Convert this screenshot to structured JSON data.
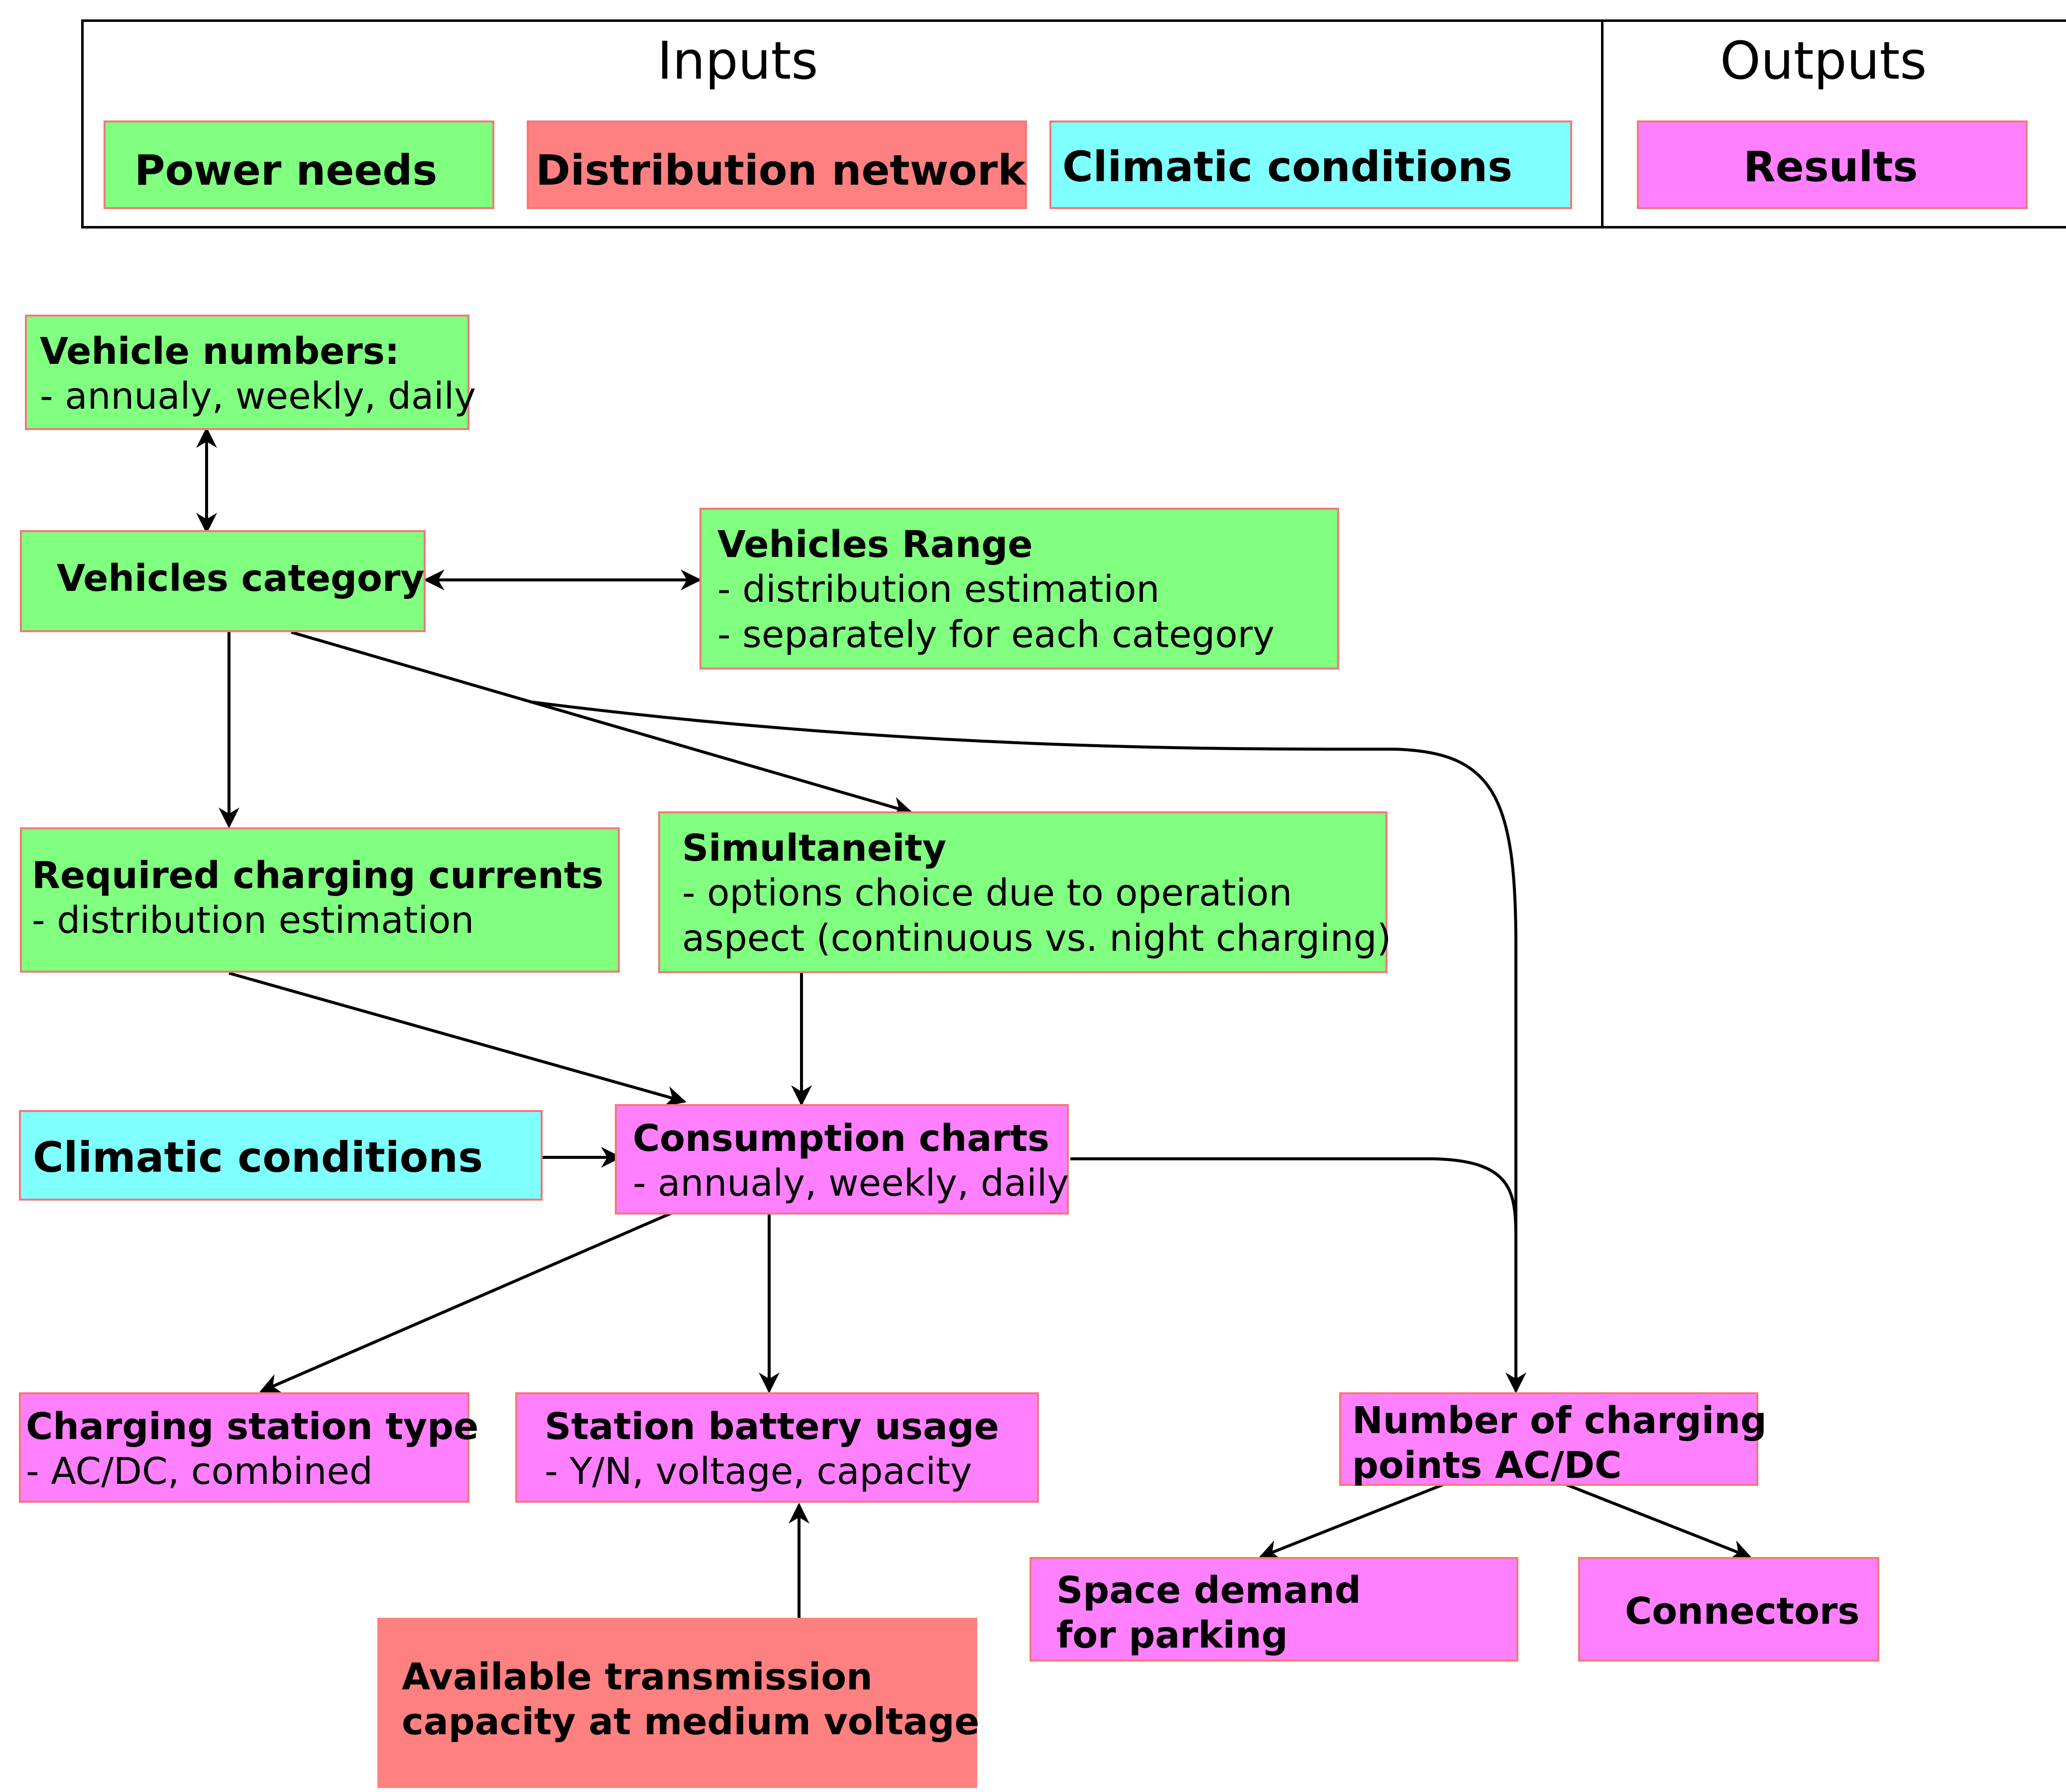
{
  "legend": {
    "inputs_title": "Inputs",
    "outputs_title": "Outputs",
    "items": [
      {
        "label": "Power needs",
        "color": "#80ff80"
      },
      {
        "label": "Distribution network",
        "color": "#ff8080"
      },
      {
        "label": "Climatic conditions",
        "color": "#80ffff"
      },
      {
        "label": "Results",
        "color": "#ff80ff"
      }
    ]
  },
  "nodes": {
    "vehicle_numbers": {
      "title": "Vehicle numbers:",
      "lines": [
        "- annualy, weekly, daily"
      ],
      "color": "#80ff80"
    },
    "vehicles_category": {
      "title": "Vehicles category",
      "lines": [],
      "color": "#80ff80"
    },
    "vehicles_range": {
      "title": "Vehicles Range",
      "lines": [
        "- distribution estimation",
        "- separately for each category"
      ],
      "color": "#80ff80"
    },
    "required_charging_currents": {
      "title": "Required charging currents",
      "lines": [
        "- distribution estimation"
      ],
      "color": "#80ff80"
    },
    "simultaneity": {
      "title": "Simultaneity",
      "lines": [
        "- options choice due to operation",
        "aspect (continuous vs. night charging)"
      ],
      "color": "#80ff80"
    },
    "climatic_conditions": {
      "title": "Climatic conditions",
      "lines": [],
      "color": "#80ffff"
    },
    "consumption_charts": {
      "title": "Consumption charts",
      "lines": [
        "- annualy, weekly, daily"
      ],
      "color": "#ff80ff"
    },
    "charging_station_type": {
      "title": "Charging station type",
      "lines": [
        "- AC/DC, combined"
      ],
      "color": "#ff80ff"
    },
    "station_battery_usage": {
      "title": "Station battery usage",
      "lines": [
        "- Y/N, voltage, capacity"
      ],
      "color": "#ff80ff"
    },
    "number_of_charging_points": {
      "title": "Number of charging",
      "lines": [],
      "title2": "points AC/DC",
      "color": "#ff80ff"
    },
    "space_demand": {
      "title": "Space demand",
      "title2": "for parking",
      "lines": [],
      "color": "#ff80ff"
    },
    "connectors": {
      "title": "Connectors",
      "lines": [],
      "color": "#ff80ff"
    },
    "available_transmission": {
      "title": "Available transmission",
      "title2": "capacity at medium voltage",
      "lines": [],
      "color": "#ff8080"
    }
  },
  "edges": [
    {
      "from": "vehicle_numbers",
      "to": "vehicles_category",
      "bidirectional": true
    },
    {
      "from": "vehicles_category",
      "to": "vehicles_range",
      "bidirectional": true
    },
    {
      "from": "vehicles_category",
      "to": "required_charging_currents"
    },
    {
      "from": "vehicles_category",
      "to": "simultaneity"
    },
    {
      "from": "vehicles_category",
      "to": "number_of_charging_points"
    },
    {
      "from": "required_charging_currents",
      "to": "consumption_charts"
    },
    {
      "from": "simultaneity",
      "to": "consumption_charts"
    },
    {
      "from": "climatic_conditions",
      "to": "consumption_charts"
    },
    {
      "from": "consumption_charts",
      "to": "charging_station_type"
    },
    {
      "from": "consumption_charts",
      "to": "station_battery_usage"
    },
    {
      "from": "consumption_charts",
      "to": "number_of_charging_points"
    },
    {
      "from": "available_transmission",
      "to": "station_battery_usage"
    },
    {
      "from": "number_of_charging_points",
      "to": "space_demand"
    },
    {
      "from": "number_of_charging_points",
      "to": "connectors"
    }
  ]
}
